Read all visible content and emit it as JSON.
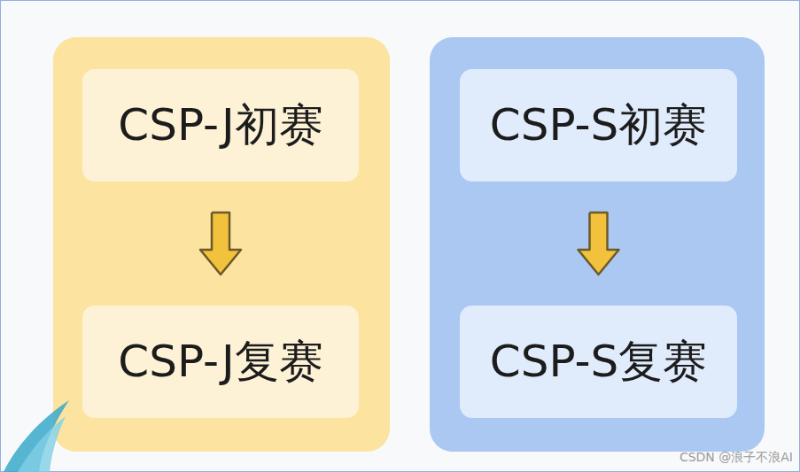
{
  "diagram": {
    "nodes": [
      {
        "text": [
          "CSP-J初赛"
        ]
      },
      {
        "text": [
          "CSP-J复赛"
        ]
      },
      {
        "text": [
          "CSP-S初赛"
        ]
      },
      {
        "text": [
          "CSP-S复赛"
        ]
      }
    ],
    "edges": [
      {
        "from": 0,
        "to": 1,
        "arrow": "to"
      },
      {
        "from": 2,
        "to": 3,
        "arrow": "to"
      }
    ],
    "labels": [
      "CSDN @浪子不浪AI"
    ]
  }
}
